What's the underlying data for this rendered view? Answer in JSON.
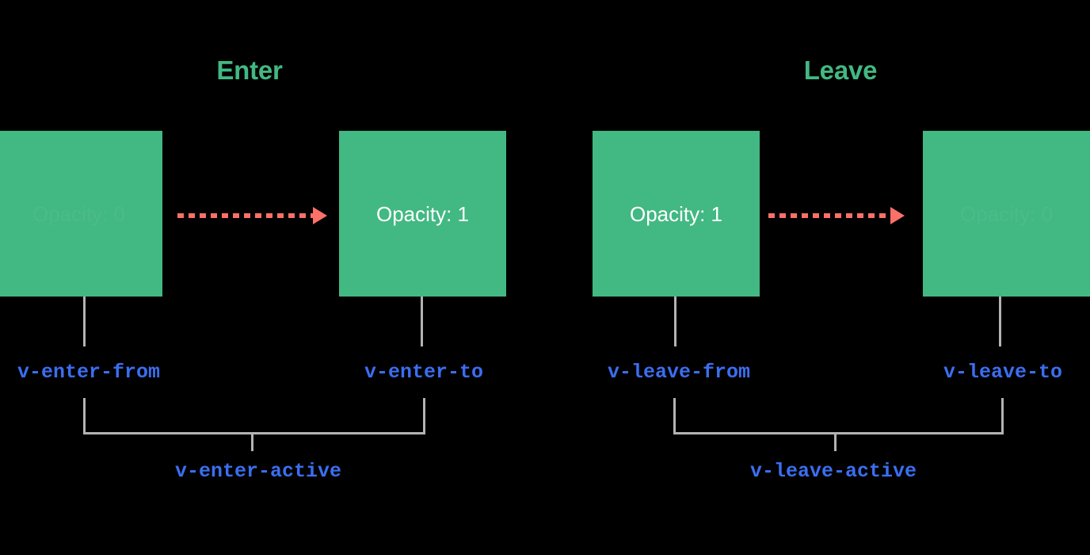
{
  "diagram": {
    "title_enter": "Enter",
    "title_leave": "Leave",
    "colors": {
      "background": "#000000",
      "box_green": "#42b883",
      "arrow_coral": "#fb7069",
      "class_blue": "#3b6ef0",
      "connector_gray": "#b3b3b3",
      "box_text": "#ffffff"
    },
    "enter": {
      "title": "Enter",
      "from_box_text": "Opacity: 0",
      "to_box_text": "Opacity: 1",
      "from_class": "v-enter-from",
      "to_class": "v-enter-to",
      "active_class": "v-enter-active"
    },
    "leave": {
      "title": "Leave",
      "from_box_text": "Opacity: 1",
      "to_box_text": "Opacity: 0",
      "from_class": "v-leave-from",
      "to_class": "v-leave-to",
      "active_class": "v-leave-active"
    }
  }
}
